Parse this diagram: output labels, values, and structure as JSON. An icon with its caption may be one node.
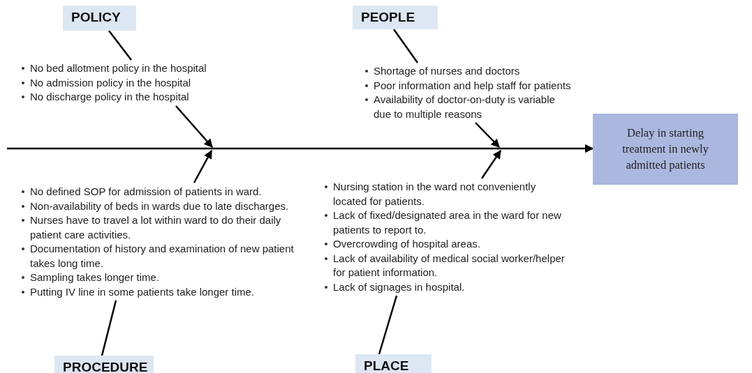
{
  "diagram": {
    "nodes": [
      {
        "text": [
          "POLICY"
        ]
      },
      {
        "text": [
          "No bed allotment policy in the hospital",
          "No admission policy in the hospital",
          "No discharge policy in the hospital"
        ]
      },
      {
        "text": [
          "PEOPLE"
        ]
      },
      {
        "text": [
          "Shortage of nurses and doctors",
          "Poor information and help staff for patients",
          "Availability of doctor-on-duty is variable due to multiple reasons"
        ]
      },
      {
        "text": [
          "Delay in starting treatment in newly admitted patients"
        ]
      },
      {
        "text": [
          "No defined SOP for admission of patients in ward.",
          "Non-availability of beds in wards due to late discharges.",
          "Nurses have to travel a lot within ward to do their daily patient care activities.",
          "Documentation of history and examination of new patient takes long time.",
          "Sampling takes longer time.",
          "Putting IV line in some patients take longer time."
        ]
      },
      {
        "text": [
          "Nursing station in the ward not conveniently located for patients.",
          "Lack of fixed/designated area in the ward for new patients to report to.",
          "Overcrowding of hospital areas.",
          "Lack of availability of medical social worker/helper for patient information.",
          "Lack of signages in hospital."
        ]
      },
      {
        "text": [
          "PROCEDURE"
        ]
      },
      {
        "text": [
          "PLACE"
        ]
      }
    ],
    "edges": [
      {
        "from": 0,
        "to": 1,
        "arrow": "none"
      },
      {
        "from": 1,
        "to": null,
        "arrow": "to"
      },
      {
        "from": 2,
        "to": 3,
        "arrow": "none"
      },
      {
        "from": 3,
        "to": null,
        "arrow": "to"
      },
      {
        "from": null,
        "to": 4,
        "arrow": "to"
      },
      {
        "from": 5,
        "to": null,
        "arrow": "to"
      },
      {
        "from": 7,
        "to": 5,
        "arrow": "none"
      },
      {
        "from": 6,
        "to": null,
        "arrow": "to"
      },
      {
        "from": 8,
        "to": 6,
        "arrow": "none"
      }
    ]
  }
}
